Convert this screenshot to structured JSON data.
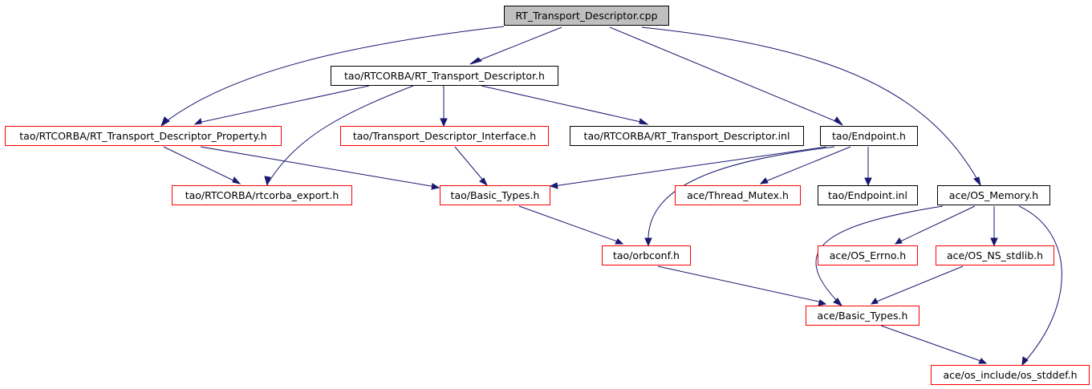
{
  "graph": {
    "nodes": [
      {
        "id": "n0",
        "label": "RT_Transport_Descriptor.cpp",
        "style": "root"
      },
      {
        "id": "n1",
        "label": "tao/RTCORBA/RT_Transport_Descriptor.h",
        "style": "plain"
      },
      {
        "id": "n2",
        "label": "tao/RTCORBA/RT_Transport_Descriptor_Property.h",
        "style": "red"
      },
      {
        "id": "n3",
        "label": "tao/Transport_Descriptor_Interface.h",
        "style": "red"
      },
      {
        "id": "n4",
        "label": "tao/RTCORBA/RT_Transport_Descriptor.inl",
        "style": "plain"
      },
      {
        "id": "n5",
        "label": "tao/Endpoint.h",
        "style": "plain"
      },
      {
        "id": "n6",
        "label": "tao/RTCORBA/rtcorba_export.h",
        "style": "red"
      },
      {
        "id": "n7",
        "label": "tao/Basic_Types.h",
        "style": "red"
      },
      {
        "id": "n8",
        "label": "ace/Thread_Mutex.h",
        "style": "red"
      },
      {
        "id": "n9",
        "label": "tao/Endpoint.inl",
        "style": "plain"
      },
      {
        "id": "n10",
        "label": "ace/OS_Memory.h",
        "style": "plain"
      },
      {
        "id": "n11",
        "label": "tao/orbconf.h",
        "style": "red"
      },
      {
        "id": "n12",
        "label": "ace/OS_Errno.h",
        "style": "red"
      },
      {
        "id": "n13",
        "label": "ace/OS_NS_stdlib.h",
        "style": "red"
      },
      {
        "id": "n14",
        "label": "ace/Basic_Types.h",
        "style": "red"
      },
      {
        "id": "n15",
        "label": "ace/os_include/os_stddef.h",
        "style": "red"
      }
    ],
    "edges": [
      [
        "n0",
        "n1"
      ],
      [
        "n0",
        "n2"
      ],
      [
        "n0",
        "n5"
      ],
      [
        "n0",
        "n10"
      ],
      [
        "n1",
        "n2"
      ],
      [
        "n1",
        "n6"
      ],
      [
        "n1",
        "n3"
      ],
      [
        "n1",
        "n4"
      ],
      [
        "n2",
        "n6"
      ],
      [
        "n2",
        "n7"
      ],
      [
        "n3",
        "n7"
      ],
      [
        "n5",
        "n7"
      ],
      [
        "n5",
        "n11"
      ],
      [
        "n5",
        "n8"
      ],
      [
        "n5",
        "n9"
      ],
      [
        "n7",
        "n11"
      ],
      [
        "n10",
        "n14"
      ],
      [
        "n10",
        "n12"
      ],
      [
        "n10",
        "n13"
      ],
      [
        "n10",
        "n15"
      ],
      [
        "n11",
        "n14"
      ],
      [
        "n13",
        "n14"
      ],
      [
        "n14",
        "n15"
      ]
    ],
    "colors": {
      "root_fill": "#bfbfbf",
      "plain_border": "#000000",
      "red_border": "#ff0000",
      "edge": "#191970"
    }
  }
}
